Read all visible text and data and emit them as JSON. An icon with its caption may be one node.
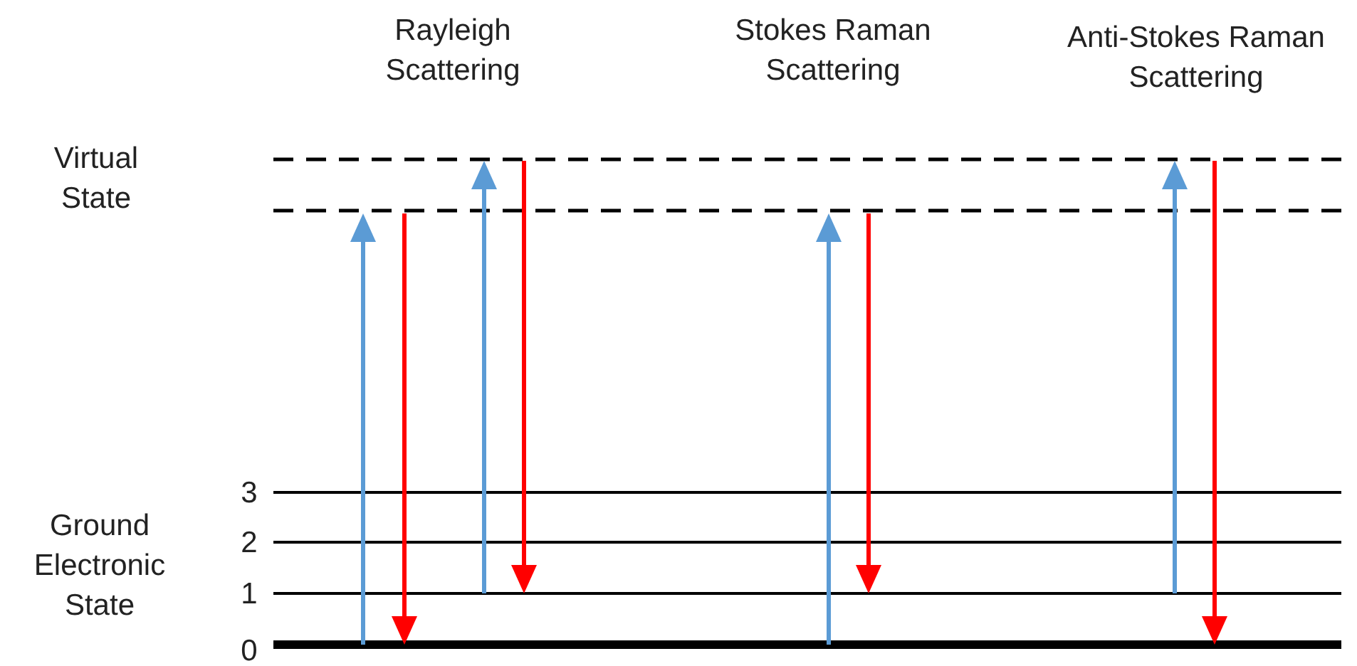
{
  "diagram": {
    "labels": [
      "Rayleigh Scattering",
      "Stokes Raman Scattering",
      "Anti-Stokes Raman Scattering",
      "Virtual State",
      "Ground Electronic State",
      "3",
      "2",
      "1",
      "0"
    ]
  }
}
